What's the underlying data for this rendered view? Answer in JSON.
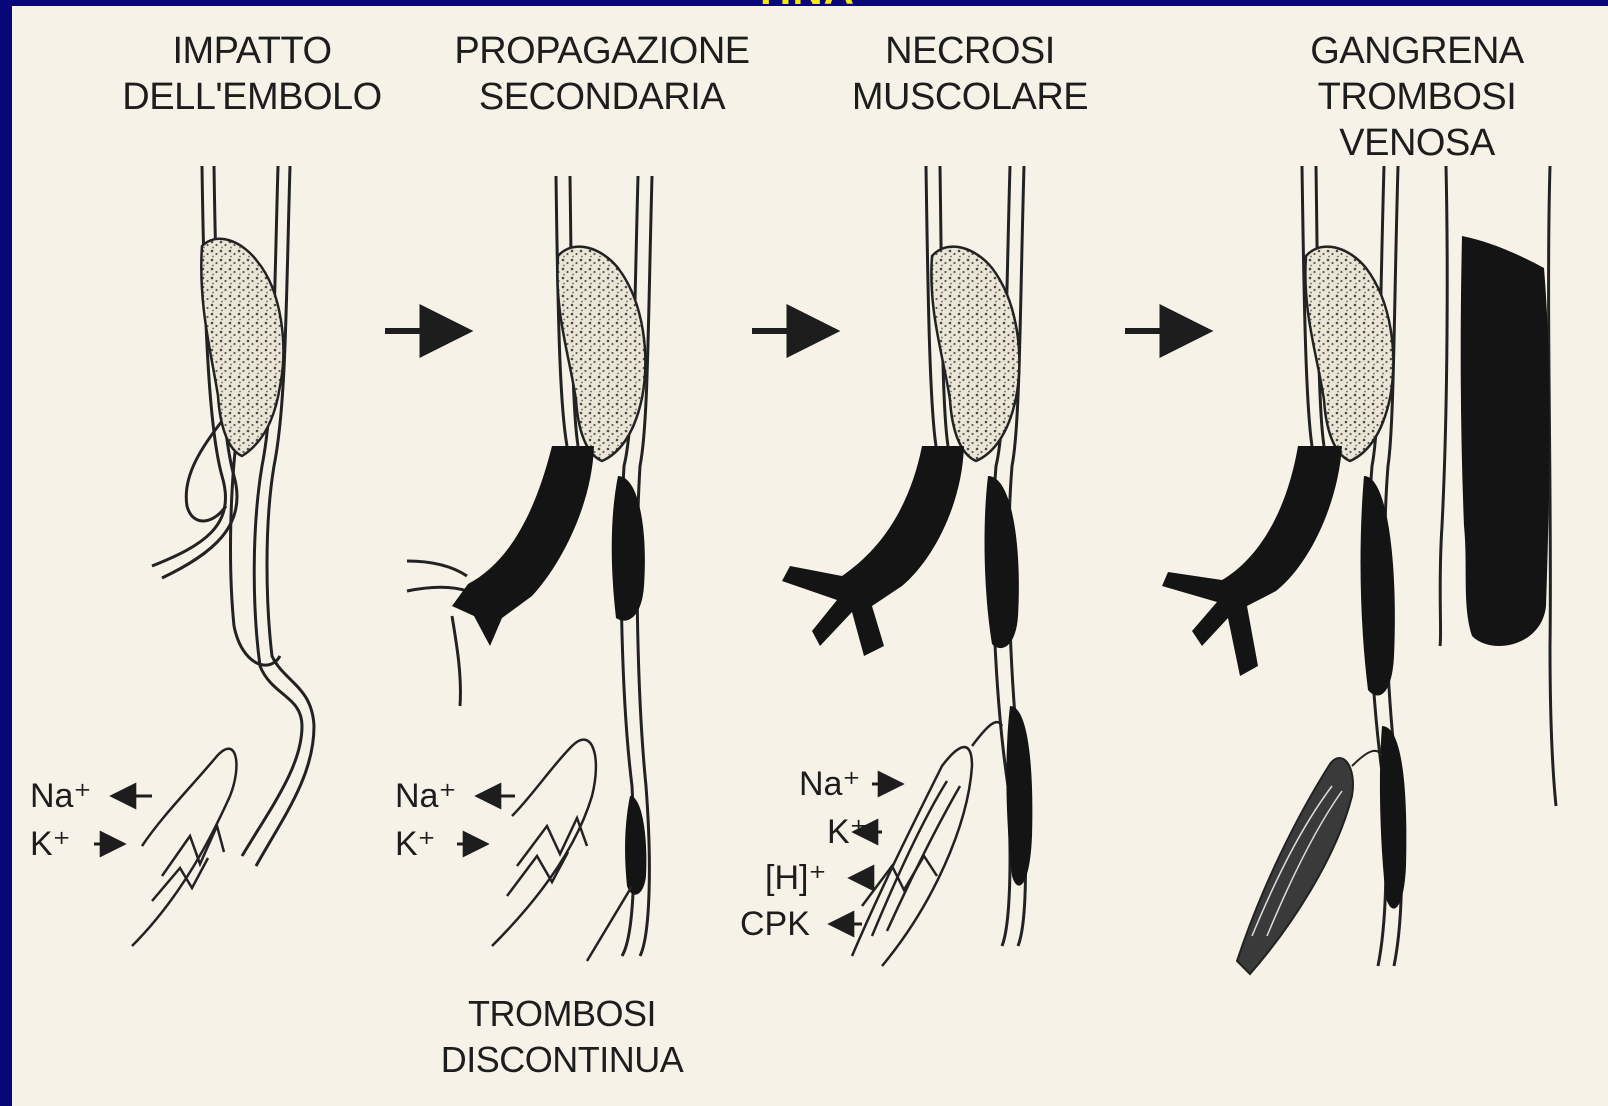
{
  "slide": {
    "title": "TINA",
    "title_color": "#f6e70c",
    "background_color": "#07077a",
    "panel_color": "#f6f2e8"
  },
  "stages": [
    {
      "line1": "IMPATTO",
      "line2": "DELL'EMBOLO"
    },
    {
      "line1": "PROPAGAZIONE",
      "line2": "SECONDARIA"
    },
    {
      "line1": "NECROSI",
      "line2": "MUSCOLARE"
    },
    {
      "line1": "GANGRENA",
      "line2": "TROMBOSI VENOSA"
    }
  ],
  "ions": {
    "stage1": [
      "Na⁺",
      "K⁺"
    ],
    "stage2": [
      "Na⁺",
      "K⁺"
    ],
    "stage3": [
      "Na⁺",
      "K⁺",
      "[H]⁺",
      "CPK"
    ]
  },
  "caption": {
    "line1": "TROMBOSI",
    "line2": "DISCONTINUA"
  }
}
